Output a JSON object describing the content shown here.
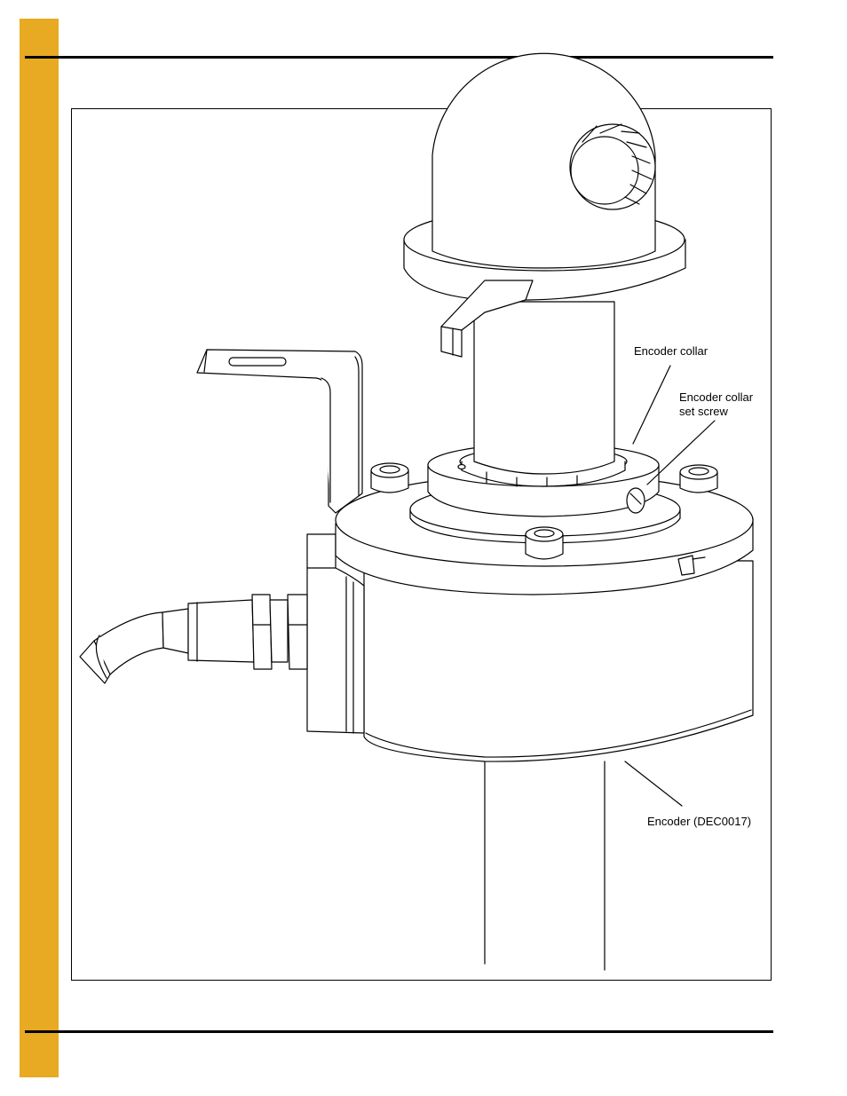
{
  "callouts": {
    "encoder_collar": "Encoder collar",
    "encoder_collar_set_screw": "Encoder collar\nset screw",
    "encoder": "Encoder (DEC0017)"
  }
}
